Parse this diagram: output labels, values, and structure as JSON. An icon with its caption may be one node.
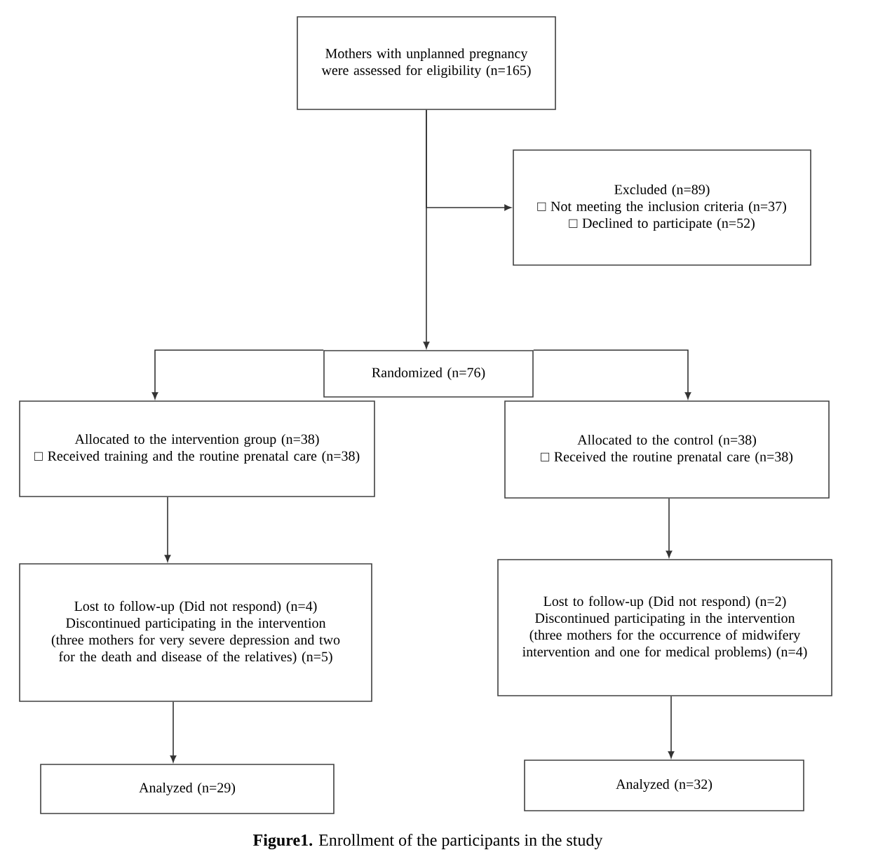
{
  "diagram": {
    "caption": "**Figure1.** Enrollment of the participants in the study",
    "nodes": [
      {
        "text": [
          "Mothers with unplanned pregnancy were assessed for eligibility (n=165)"
        ]
      },
      {
        "text": [
          "Excluded (n=89)",
          "□ Not meeting the inclusion criteria (n=37)",
          "□ Declined to participate (n=52)"
        ]
      },
      {
        "text": [
          "Randomized (n=76)"
        ]
      },
      {
        "text": [
          "Allocated to the intervention group (n=38)",
          "□ Received training and the routine prenatal care (n=38)"
        ]
      },
      {
        "text": [
          "Allocated to the control (n=38)",
          "□ Received the routine prenatal care (n=38)"
        ]
      },
      {
        "text": [
          "Lost to follow-up (Did not respond) (n=4)",
          "Discontinued participating in the intervention (three mothers for very severe depression and two for the death and disease of the relatives) (n=5)"
        ]
      },
      {
        "text": [
          "Lost to follow-up (Did not respond) (n=2)",
          "Discontinued participating in the intervention (three mothers for the occurrence of midwifery intervention and one for medical problems) (n=4)"
        ]
      },
      {
        "text": [
          "Analyzed (n=29)"
        ]
      },
      {
        "text": [
          "Analyzed (n=32)"
        ]
      }
    ],
    "edges": [
      {
        "from": 0,
        "to": 1,
        "arrow": "to"
      },
      {
        "from": 0,
        "to": 2,
        "arrow": "to"
      },
      {
        "from": 2,
        "to": 3,
        "arrow": "to"
      },
      {
        "from": 2,
        "to": 4,
        "arrow": "to"
      },
      {
        "from": 3,
        "to": 5,
        "arrow": "to"
      },
      {
        "from": 4,
        "to": 6,
        "arrow": "to"
      },
      {
        "from": 5,
        "to": 7,
        "arrow": "to"
      },
      {
        "from": 6,
        "to": 8,
        "arrow": "to"
      }
    ]
  }
}
